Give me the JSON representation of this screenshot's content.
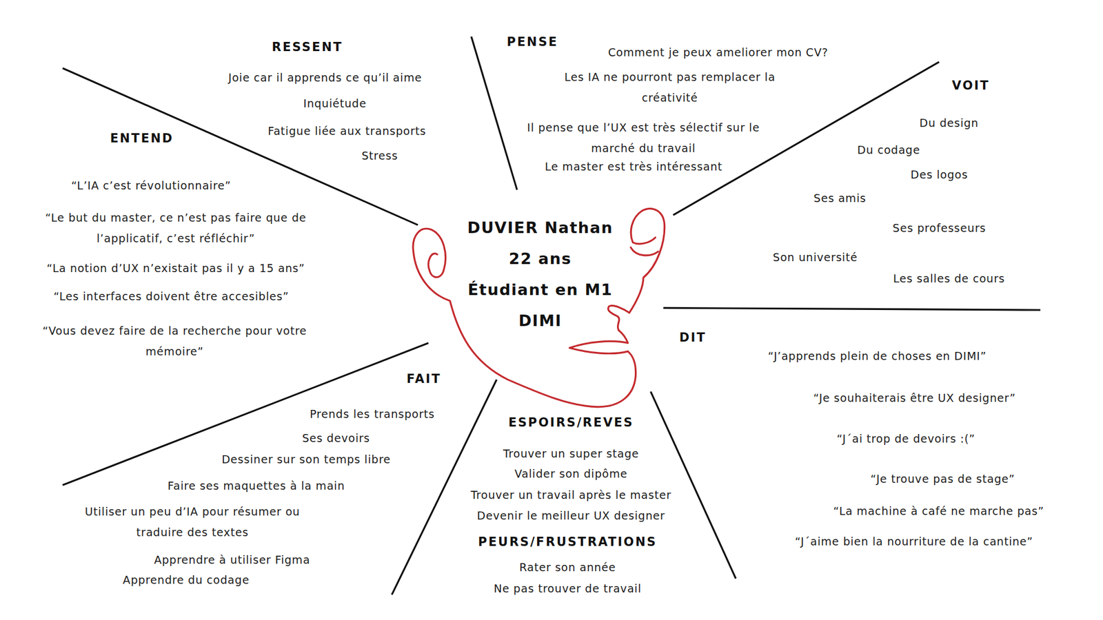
{
  "diagram": {
    "nodes": [
      {
        "text": [
          "DUVIER Nathan 22 ans Étudiant en M1 DIMI"
        ]
      }
    ],
    "labels": [
      "RESSENT",
      "Joie car il apprends ce qu’il aime",
      "Inquiétude",
      "Fatigue liée aux transports",
      "Stress",
      "PENSE",
      "Comment je peux ameliorer mon CV?",
      "Les IA ne pourront pas remplacer la créativité",
      "Il pense que l’UX est très sélectif sur le marché du travail",
      "Le master est très intéressant",
      "VOIT",
      "Du design",
      "Du codage",
      "Des logos",
      "Ses amis",
      "Ses professeurs",
      "Son université",
      "Les salles de cours",
      "ENTEND",
      "“L’IA c’est révolutionnaire”",
      "“Le but du master, ce n’est pas faire que de l’applicatif, c’est réfléchir”",
      "“La notion d’UX n’existait pas il y a 15 ans”",
      "“Les interfaces doivent être accesibles”",
      "“Vous devez faire de la recherche pour votre mémoire”",
      "DIT",
      "“J’apprends plein de choses en DIMI”",
      "“Je souhaiterais être UX designer”",
      "“J´ai trop de devoirs :(”",
      "“Je trouve pas de stage”",
      "“La machine à café ne marche pas”",
      "“J´aime bien la nourriture de la cantine”",
      "FAIT",
      "Prends les transports",
      "Ses devoirs",
      "Dessiner sur son temps libre",
      "Faire ses maquettes à la main",
      "Utiliser un peu d’IA pour résumer ou traduire des textes",
      "Apprendre à utiliser Figma",
      "Apprendre du codage",
      "ESPOIRS/REVES",
      "Trouver un super stage",
      "Valider son dipôme",
      "Trouver un travail après le master",
      "Devenir le meilleur UX designer",
      "PEURS/FRUSTRATIONS",
      "Rater son année",
      "Ne pas trouver de travail"
    ]
  }
}
